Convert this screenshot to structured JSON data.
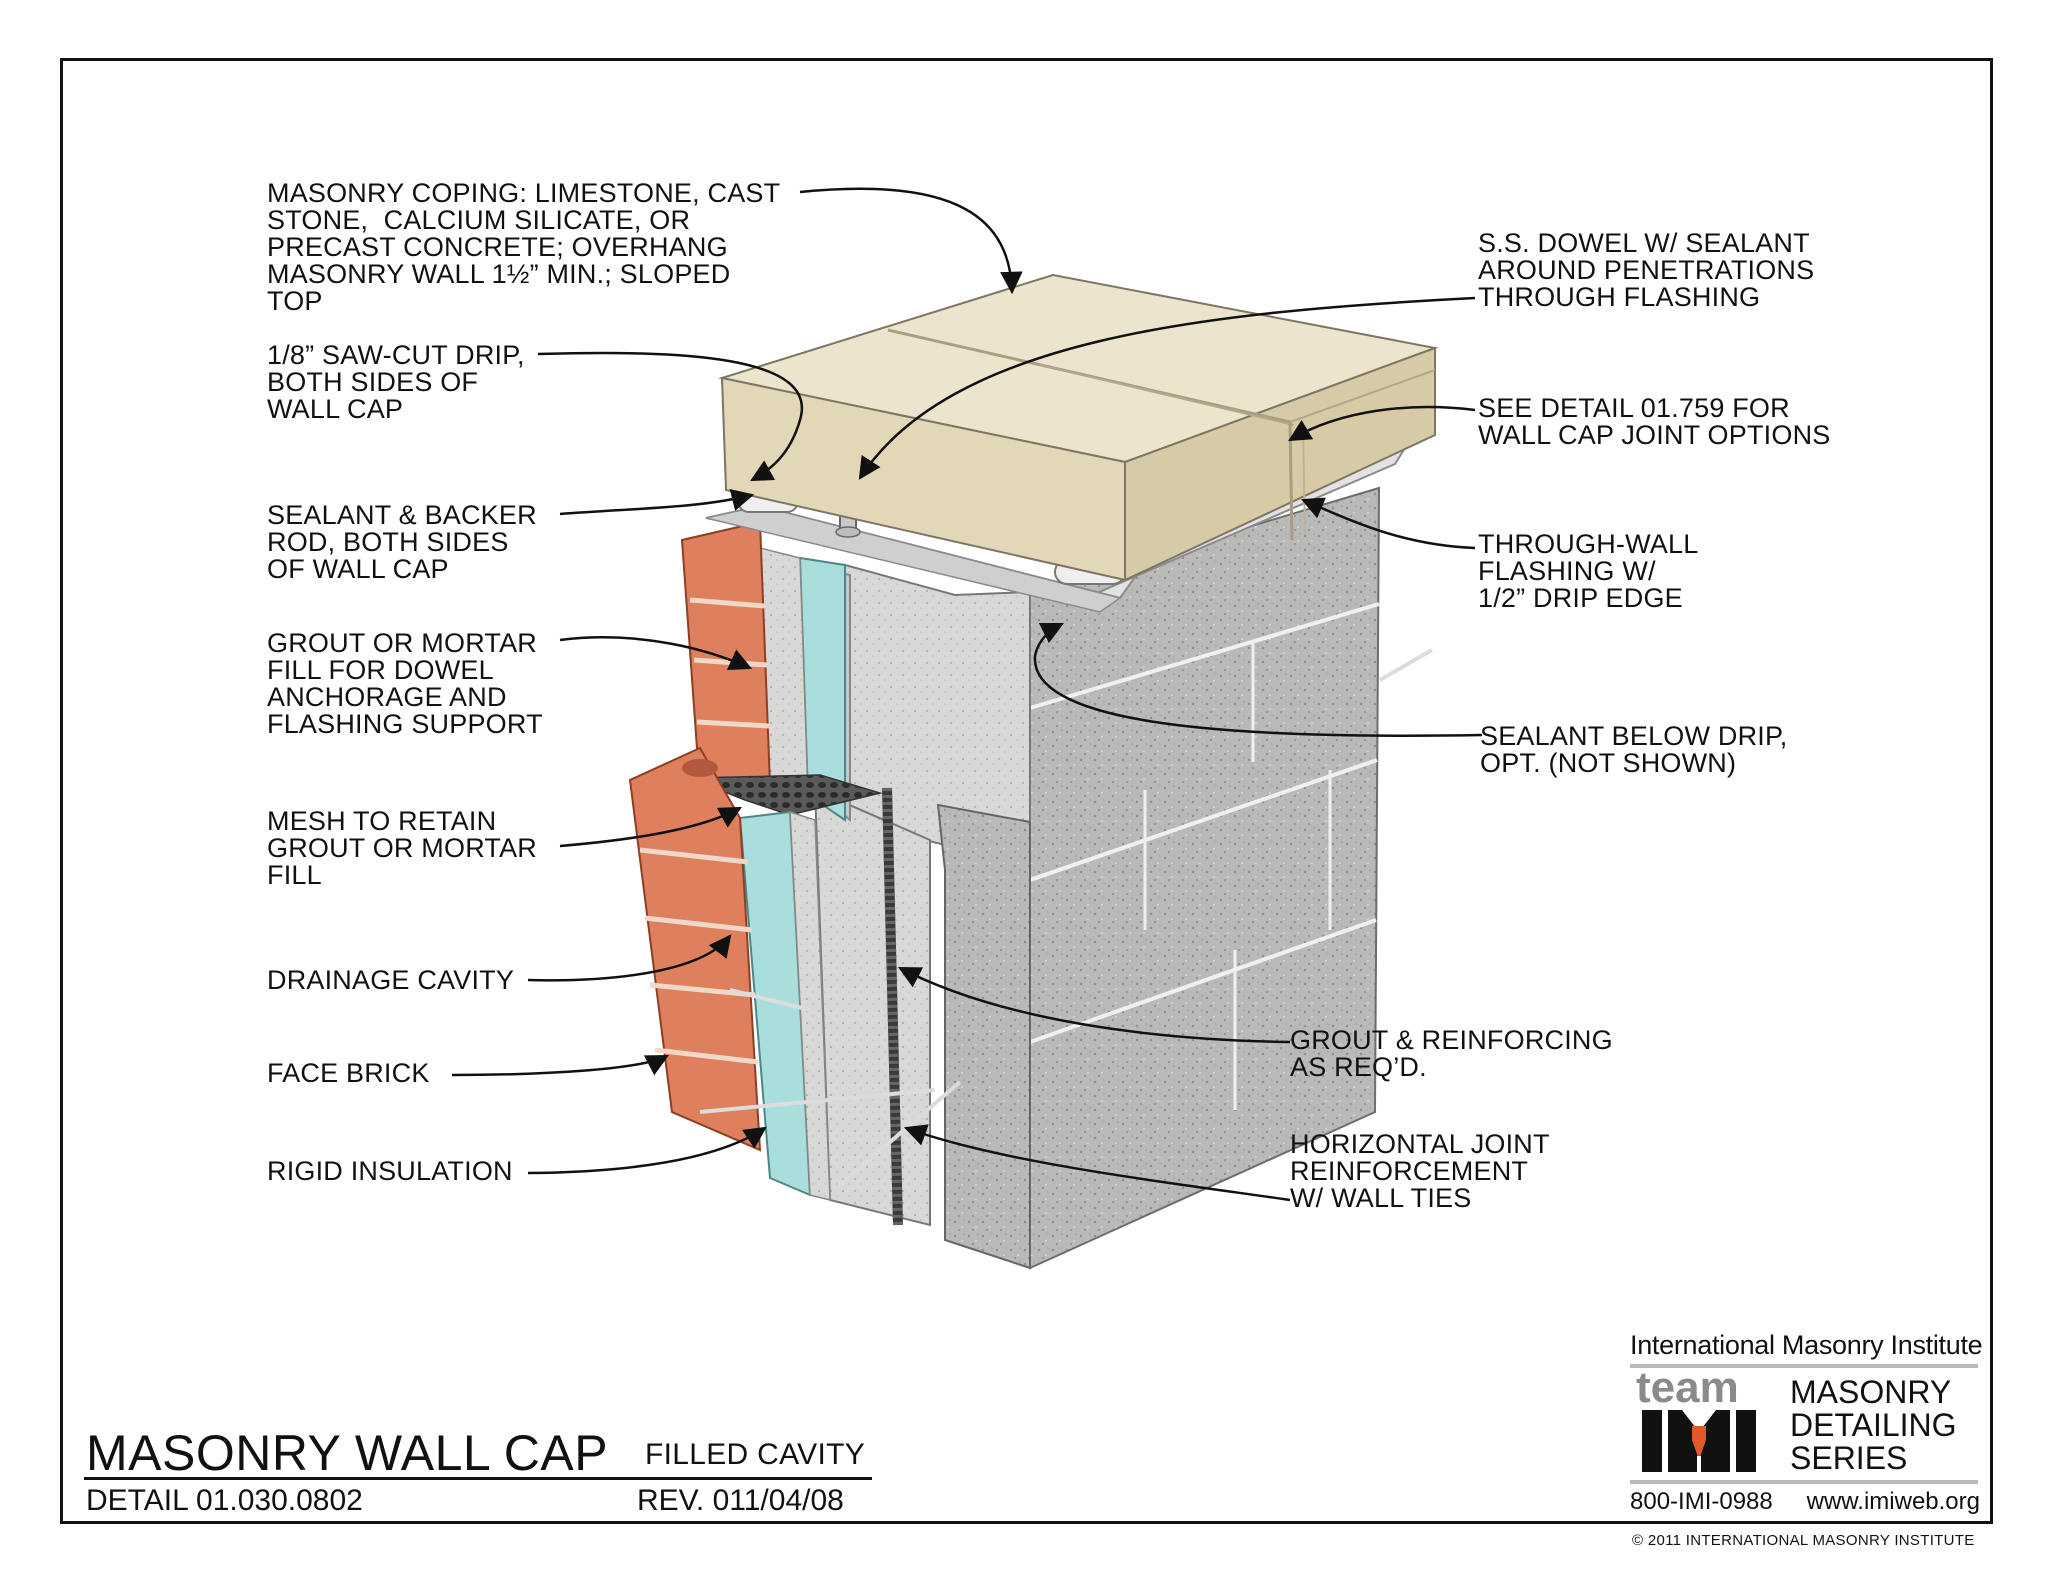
{
  "callouts": {
    "coping": "MASONRY COPING: LIMESTONE, CAST\nSTONE,  CALCIUM SILICATE, OR\nPRECAST CONCRETE; OVERHANG\nMASONRY WALL 1½” MIN.; SLOPED\nTOP",
    "saw_cut": "1/8” SAW-CUT DRIP,\nBOTH SIDES OF\nWALL CAP",
    "sealant_backer": "SEALANT & BACKER\nROD, BOTH SIDES\nOF WALL CAP",
    "grout_fill": "GROUT OR MORTAR\nFILL FOR DOWEL\nANCHORAGE AND\nFLASHING SUPPORT",
    "mesh": "MESH TO RETAIN\nGROUT OR MORTAR\nFILL",
    "drainage": "DRAINAGE CAVITY",
    "face_brick": "FACE BRICK",
    "rigid_insulation": "RIGID INSULATION",
    "dowel": "S.S. DOWEL W/ SEALANT\nAROUND PENETRATIONS\nTHROUGH FLASHING",
    "joint_options": "SEE DETAIL 01.759 FOR\nWALL CAP JOINT OPTIONS",
    "flashing": "THROUGH-WALL\nFLASHING W/\n1/2” DRIP EDGE",
    "sealant_drip": "SEALANT BELOW DRIP,\nOPT. (NOT SHOWN)",
    "grout_reinf": "GROUT & REINFORCING\nAS REQ’D.",
    "joint_reinf": "HORIZONTAL JOINT\nREINFORCEMENT\nW/ WALL TIES"
  },
  "title_block": {
    "title": "MASONRY WALL CAP",
    "subtitle": "FILLED CAVITY",
    "detail_number": "DETAIL 01.030.0802",
    "revision": "REV. 011/04/08",
    "copyright": "© 2011 INTERNATIONAL MASONRY INSTITUTE"
  },
  "logo": {
    "organization": "International Masonry Institute",
    "team_word": "team",
    "imi_letters": "IMI",
    "series": "MASONRY\nDETAILING\nSERIES",
    "phone": "800-IMI-0988",
    "website": "www.imiweb.org"
  },
  "colors": {
    "coping": "#e6dcc2",
    "brick": "#de7f5e",
    "insulation": "#a9dedd",
    "cmu": "#b6b6b4",
    "flashing": "#dedede"
  }
}
